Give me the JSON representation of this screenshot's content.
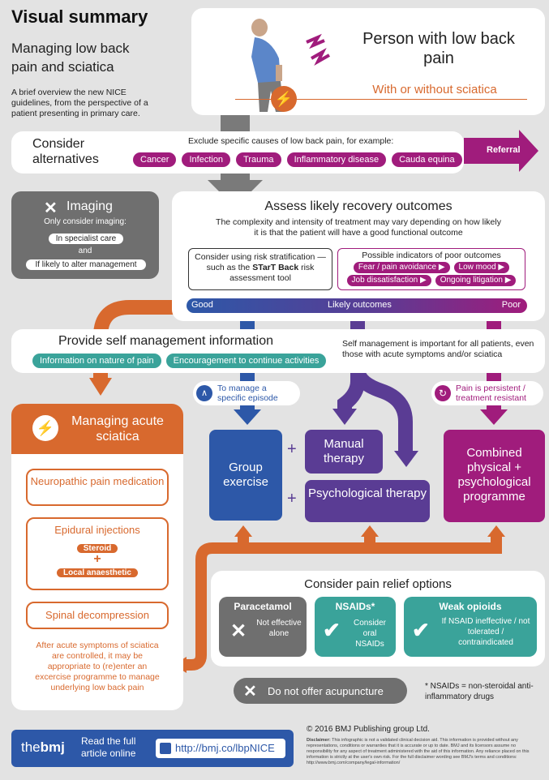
{
  "header": {
    "title": "Visual summary",
    "subtitle": "Managing low back pain and sciatica",
    "intro": "A brief overview the new NICE guidelines, from the perspective of a patient presenting in primary care."
  },
  "person": {
    "title": "Person with low back pain",
    "subtitle": "With or without sciatica"
  },
  "alternatives": {
    "heading": "Consider alternatives",
    "exclude": "Exclude specific causes of low back pain, for example:",
    "causes": [
      "Cancer",
      "Infection",
      "Trauma",
      "Inflammatory disease",
      "Cauda equina"
    ],
    "referral": "Referral"
  },
  "imaging": {
    "title": "Imaging",
    "note": "Only consider imaging:",
    "opt1": "In specialist care",
    "and": "and",
    "opt2": "If likely to alter management"
  },
  "assess": {
    "title": "Assess likely recovery outcomes",
    "desc": "The complexity and intensity of treatment may vary depending on how likely it is that the patient will have a good functional outcome",
    "risk_pre": "Consider using risk stratification —such as the ",
    "risk_bold": "STarT Back",
    "risk_post": " risk assessment tool",
    "poor_title": "Possible indicators of poor outcomes",
    "poor": [
      "Fear / pain avoidance ▶",
      "Low mood ▶",
      "Job dissatisfaction ▶",
      "Ongoing litigation ▶"
    ],
    "good": "Good",
    "likely": "Likely outcomes",
    "poor_label": "Poor"
  },
  "selfmgmt": {
    "title": "Provide self management information",
    "tag1": "Information on nature of pain",
    "tag2": "Encouragement to continue activities",
    "note": "Self management is important for all patients, even those with acute symptoms and/or sciatica"
  },
  "episode": {
    "label": "To manage a specific episode"
  },
  "persistent": {
    "label": "Pain is persistent / treatment resistant"
  },
  "sciatica": {
    "title": "Managing acute sciatica",
    "neuro": "Neuropathic pain medication",
    "epidural": "Epidural injections",
    "steroid": "Steroid",
    "plus": "+",
    "local": "Local anaesthetic",
    "spinal": "Spinal decompression",
    "note": "After acute symptoms of sciatica are controlled, it may be appropriate to (re)enter an excercise programme to manage underlying low back pain"
  },
  "therapy": {
    "group": "Group exercise",
    "manual": "Manual therapy",
    "psych": "Psychological therapy",
    "plus": "+",
    "combined": "Combined physical + psychological programme"
  },
  "relief": {
    "title": "Consider pain relief options",
    "para_t": "Paracetamol",
    "para_d": "Not effective alone",
    "nsaid_t": "NSAIDs*",
    "nsaid_d": "Consider oral NSAIDs",
    "op_t": "Weak opioids",
    "op_d": "If NSAID ineffective / not tolerated / contraindicated"
  },
  "acupuncture": "Do not offer acupuncture",
  "footnote": "* NSAIDs = non-steroidal anti-inflammatory drugs",
  "footer": {
    "copyright": "© 2016 BMJ Publishing group Ltd.",
    "disclaimer_b": "Disclaimer:",
    "disclaimer": " This infographic is not a validated clinical decision aid. This information is provided without any representations, conditions or warranties that it is accurate or up to date. BMJ and its licensors assume no responsibility for any aspect of treatment administered with the aid of this information. Any reliance placed on this information is strictly at the user's own risk. For the full disclaimer wording see BMJ's terms and conditions: http://www.bmj.com/company/legal-information/",
    "brand_pre": "the",
    "brand": "bmj",
    "read": "Read the full article online",
    "url": "http://bmj.co/lbpNICE"
  },
  "colors": {
    "orange": "#d8692e",
    "magenta": "#a01c7c",
    "purple": "#5a3c94",
    "blue": "#2d58a8",
    "teal": "#3aa39a",
    "grey": "#6f6f6f"
  }
}
